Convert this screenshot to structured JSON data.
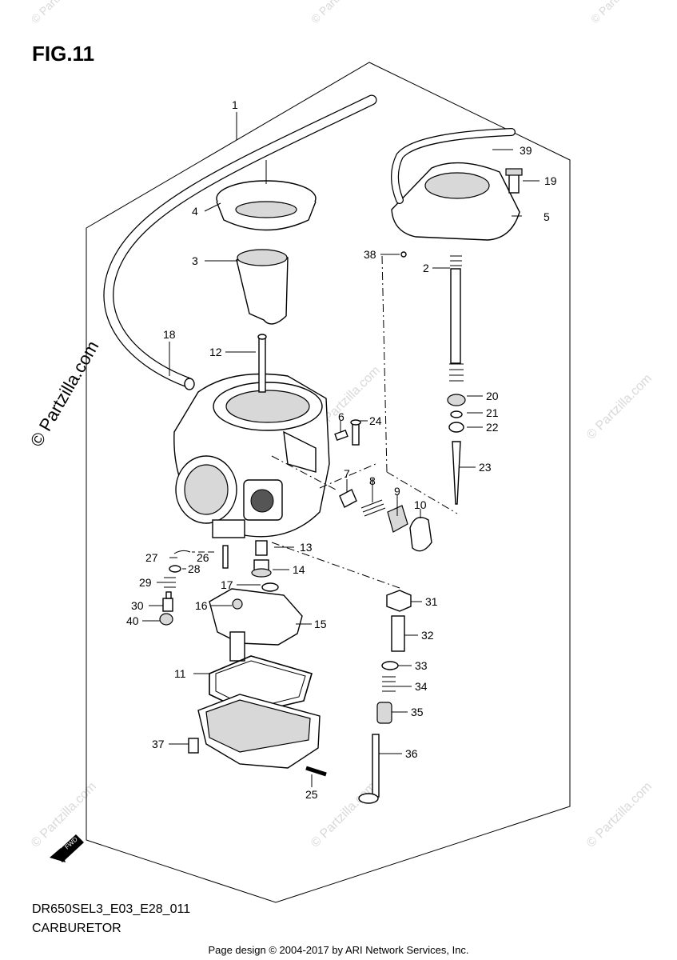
{
  "header": {
    "figure_label": "FIG.11"
  },
  "callouts": [
    {
      "id": "c1",
      "num": "1"
    },
    {
      "id": "c2",
      "num": "2"
    },
    {
      "id": "c3",
      "num": "3"
    },
    {
      "id": "c4",
      "num": "4"
    },
    {
      "id": "c5",
      "num": "5"
    },
    {
      "id": "c6",
      "num": "6"
    },
    {
      "id": "c7",
      "num": "7"
    },
    {
      "id": "c8",
      "num": "8"
    },
    {
      "id": "c9",
      "num": "9"
    },
    {
      "id": "c10",
      "num": "10"
    },
    {
      "id": "c11",
      "num": "11"
    },
    {
      "id": "c12",
      "num": "12"
    },
    {
      "id": "c13",
      "num": "13"
    },
    {
      "id": "c14",
      "num": "14"
    },
    {
      "id": "c15",
      "num": "15"
    },
    {
      "id": "c16",
      "num": "16"
    },
    {
      "id": "c17",
      "num": "17"
    },
    {
      "id": "c18",
      "num": "18"
    },
    {
      "id": "c19",
      "num": "19"
    },
    {
      "id": "c20",
      "num": "20"
    },
    {
      "id": "c21",
      "num": "21"
    },
    {
      "id": "c22",
      "num": "22"
    },
    {
      "id": "c23",
      "num": "23"
    },
    {
      "id": "c24",
      "num": "24"
    },
    {
      "id": "c25",
      "num": "25"
    },
    {
      "id": "c26",
      "num": "26"
    },
    {
      "id": "c27",
      "num": "27"
    },
    {
      "id": "c28",
      "num": "28"
    },
    {
      "id": "c29",
      "num": "29"
    },
    {
      "id": "c30",
      "num": "30"
    },
    {
      "id": "c31",
      "num": "31"
    },
    {
      "id": "c32",
      "num": "32"
    },
    {
      "id": "c33",
      "num": "33"
    },
    {
      "id": "c34",
      "num": "34"
    },
    {
      "id": "c35",
      "num": "35"
    },
    {
      "id": "c36",
      "num": "36"
    },
    {
      "id": "c37",
      "num": "37"
    },
    {
      "id": "c38",
      "num": "38"
    },
    {
      "id": "c39",
      "num": "39"
    },
    {
      "id": "c40",
      "num": "40"
    }
  ],
  "watermark": {
    "text": "© Partzilla.com"
  },
  "fwd_label": "FWD",
  "footer": {
    "model_code": "DR650SEL3_E03_E28_011",
    "section": "CARBURETOR",
    "credit": "Page design © 2004-2017 by ARI Network Services, Inc."
  },
  "colors": {
    "line": "#000000",
    "watermark": "#d9d9d9",
    "background": "#ffffff"
  }
}
